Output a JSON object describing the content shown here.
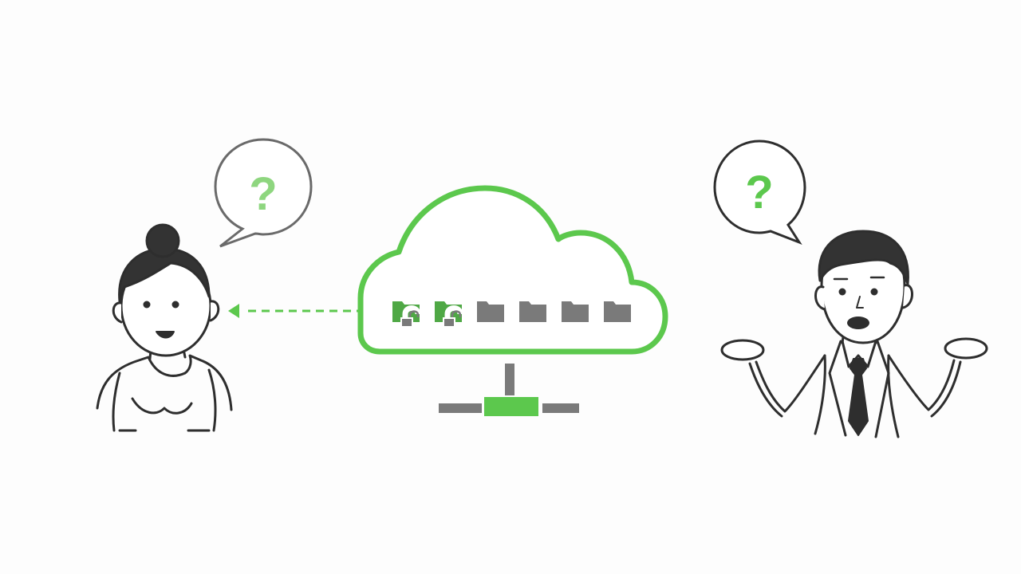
{
  "scene": {
    "left_bubble_mark": "?",
    "right_bubble_mark": "?"
  },
  "cloud": {
    "folders": [
      {
        "state": "unlocked",
        "icon": "folder-open-lock-icon"
      },
      {
        "state": "unlocked",
        "icon": "folder-open-lock-icon"
      },
      {
        "state": "plain",
        "icon": "folder-icon"
      },
      {
        "state": "plain",
        "icon": "folder-icon"
      },
      {
        "state": "plain",
        "icon": "folder-icon"
      },
      {
        "state": "plain",
        "icon": "folder-icon"
      }
    ]
  },
  "colors": {
    "accent_green": "#5cc84d",
    "folder_green": "#4fa845",
    "folder_gray": "#7a7a7a",
    "line_dark": "#2e2e2e",
    "hair_dark": "#333333"
  }
}
